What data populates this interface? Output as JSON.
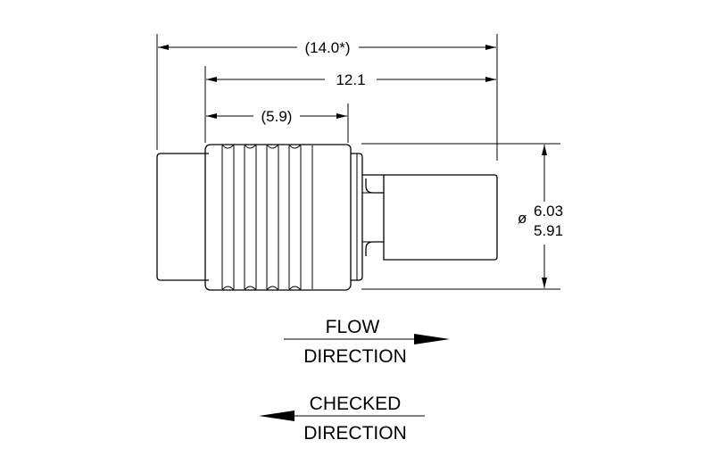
{
  "dimensions": {
    "overall_length": "(14.0*)",
    "body_length": "12.1",
    "thread_length": "(5.9)",
    "diameter_symbol": "ø",
    "diameter_max": "6.03",
    "diameter_min": "5.91"
  },
  "labels": {
    "flow_top": "FLOW",
    "flow_bottom": "DIRECTION",
    "checked_top": "CHECKED",
    "checked_bottom": "DIRECTION"
  }
}
